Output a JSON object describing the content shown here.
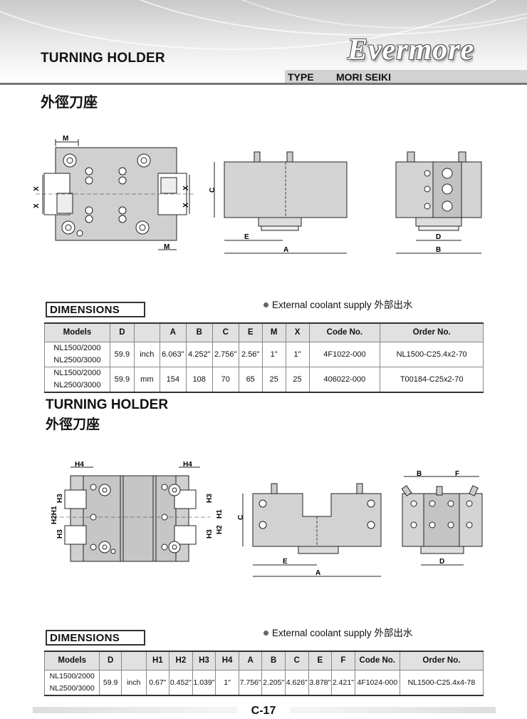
{
  "header": {
    "title": "TURNING HOLDER",
    "logo": "Evermore",
    "type_label": "TYPE",
    "type_value": "MORI SEIKI",
    "subtitle_cn": "外徑刀座"
  },
  "section1": {
    "drawing_labels": {
      "m_top": "M",
      "m_bottom": "M",
      "x": "X",
      "c": "C",
      "e": "E",
      "a": "A",
      "d": "D",
      "b": "B"
    },
    "dimensions_label": "DIMENSIONS",
    "coolant_note": "External coolant supply 外部出水",
    "table": {
      "headers": [
        "Models",
        "D",
        "",
        "A",
        "B",
        "C",
        "E",
        "M",
        "X",
        "Code No.",
        "Order No."
      ],
      "rows": [
        {
          "model_1": "NL1500/2000",
          "model_2": "NL2500/3000",
          "d": "59.9",
          "unit": "inch",
          "a": "6.063\"",
          "b": "4.252\"",
          "c": "2.756\"",
          "e": "2.56\"",
          "m": "1\"",
          "x": "1\"",
          "code": "4F1022-000",
          "order": "NL1500-C25.4x2-70"
        },
        {
          "model_1": "NL1500/2000",
          "model_2": "NL2500/3000",
          "d": "59.9",
          "unit": "mm",
          "a": "154",
          "b": "108",
          "c": "70",
          "e": "65",
          "m": "25",
          "x": "25",
          "code": "406022-000",
          "order": "T00184-C25x2-70"
        }
      ]
    }
  },
  "section2": {
    "title": "TURNING HOLDER",
    "title_cn": "外徑刀座",
    "drawing_labels": {
      "h4": "H4",
      "h3": "H3",
      "h2": "H2",
      "h1": "H1",
      "c": "C",
      "e": "E",
      "a": "A",
      "b": "B",
      "f": "F",
      "d": "D"
    },
    "dimensions_label": "DIMENSIONS",
    "coolant_note": "External coolant supply 外部出水",
    "table": {
      "headers": [
        "Models",
        "D",
        "",
        "H1",
        "H2",
        "H3",
        "H4",
        "A",
        "B",
        "C",
        "E",
        "F",
        "Code No.",
        "Order No."
      ],
      "rows": [
        {
          "model_1": "NL1500/2000",
          "model_2": "NL2500/3000",
          "d": "59.9",
          "unit": "inch",
          "h1": "0.67\"",
          "h2": "0.452\"",
          "h3": "1.039\"",
          "h4": "1\"",
          "a": "7.756\"",
          "b": "2.205\"",
          "c": "4.626\"",
          "e": "3.878\"",
          "f": "2.421\"",
          "code": "4F1024-000",
          "order": "NL1500-C25.4x4-78"
        }
      ]
    }
  },
  "footer": {
    "page": "C-17"
  }
}
